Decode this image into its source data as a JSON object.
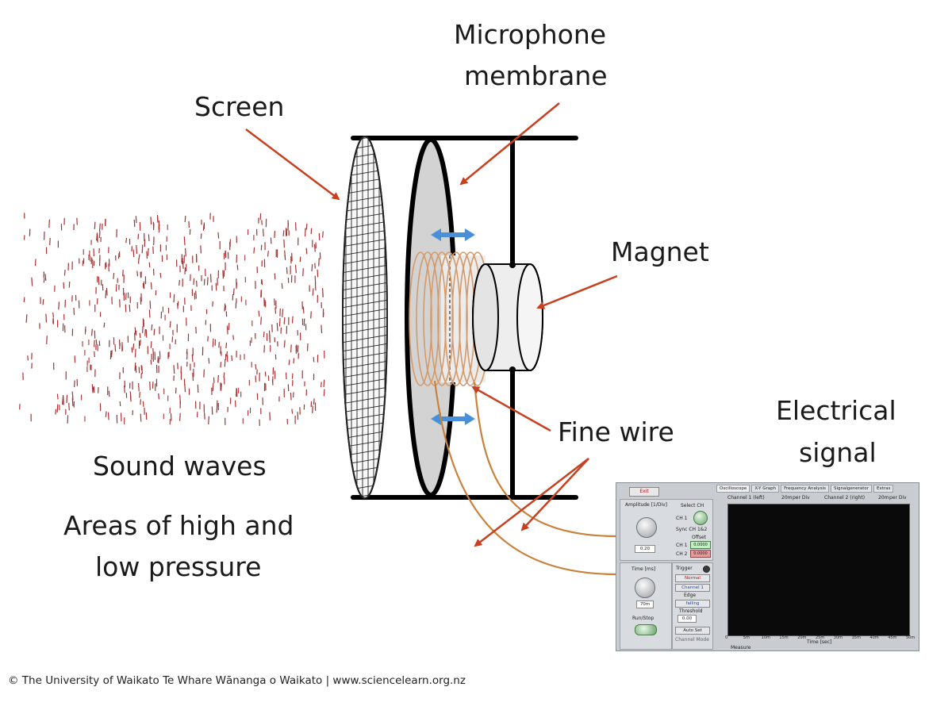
{
  "labels": {
    "screen": "Screen",
    "membrane_line1": "Microphone",
    "membrane_line2": "membrane",
    "magnet": "Magnet",
    "fine_wire": "Fine wire",
    "signal_line1": "Electrical",
    "signal_line2": "signal",
    "sound_waves": "Sound waves",
    "pressure_line1": "Areas of high and",
    "pressure_line2": "low pressure"
  },
  "credit": "© The University of Waikato Te Whare Wānanga o Waikato | www.sciencelearn.org.nz",
  "oscilloscope": {
    "exit": "Exit",
    "tabs": [
      "Oscilloscope",
      "X-Y Graph",
      "Frequency Analysis",
      "Signalgenerator",
      "Extras"
    ],
    "channel1": "Channel 1 (left)",
    "channel2": "Channel 2 (right)",
    "per_div_1": "20m",
    "per_div_2": "20m",
    "per_div_unit": "per Div",
    "amplitude_label": "Amplitude [1/Div]",
    "select_ch": "Select CH",
    "ch1": "CH 1",
    "sync": "Sync CH 1&2",
    "offset": "Offset",
    "ch1_off": "CH 1",
    "ch2_off": "CH 2",
    "offset_val1": "0.0000",
    "offset_val2": "0.0000",
    "amp_value": "0.20",
    "time_label": "Time [ms]",
    "time_value": "70m",
    "trigger": "Trigger",
    "trig_mode": "Normal",
    "trig_channel": "Channel 1",
    "edge": "Edge",
    "edge_val": "falling",
    "threshold": "Threshold",
    "threshold_val": "0.00",
    "auto_set": "Auto Set",
    "channel_mode": "Channel Mode",
    "run_stop": "Run/Stop",
    "xaxis_label": "Time [sec]",
    "measure": "Measure",
    "time_ticks": [
      "0",
      "5m",
      "10m",
      "15m",
      "20m",
      "25m",
      "30m",
      "35m",
      "40m",
      "45m",
      "50m"
    ]
  },
  "colors": {
    "arrow": "#c8401f",
    "particles": "#a83232",
    "wire": "#c8823c",
    "blue_arrow": "#4a90d9",
    "membrane_fill": "#d3d3d3",
    "signal_trace": "#6fae4f"
  }
}
